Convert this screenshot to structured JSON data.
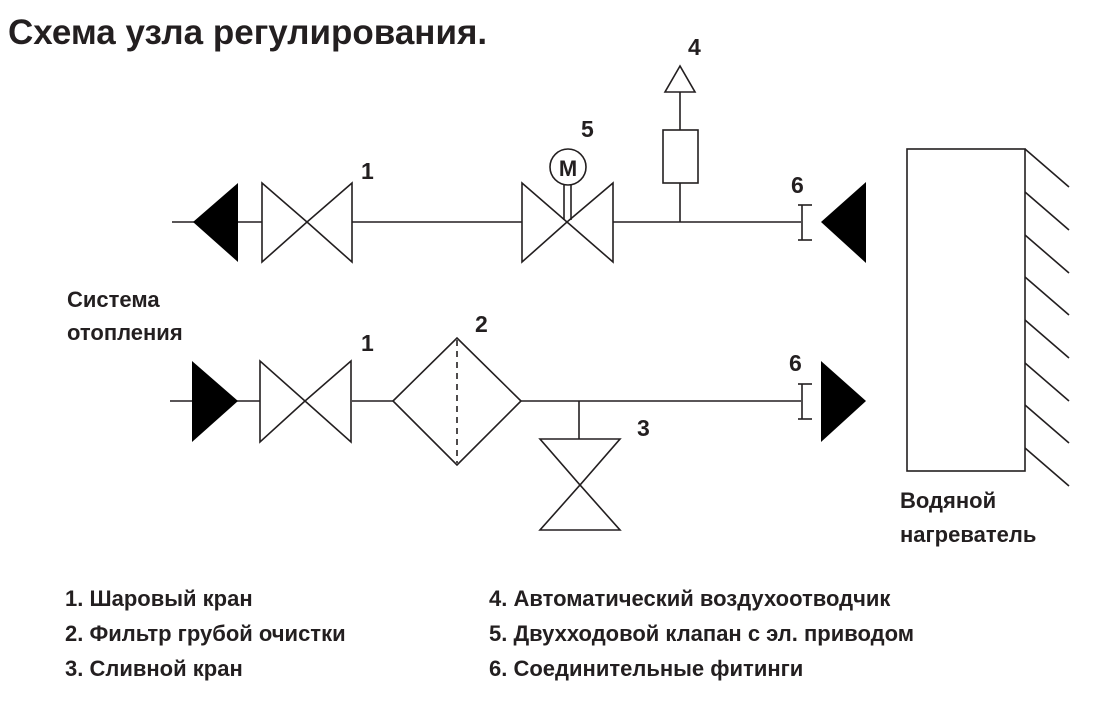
{
  "title": "Схема узла регулирования.",
  "labels": {
    "heating_system_line1": "Система",
    "heating_system_line2": "отопления",
    "water_heater_line1": "Водяной",
    "water_heater_line2": "нагреватель",
    "motor": "M"
  },
  "callouts": {
    "ball_valve_top": "1",
    "ball_valve_bottom": "1",
    "filter": "2",
    "drain_valve": "3",
    "air_vent": "4",
    "motorized_valve": "5",
    "fitting_top": "6",
    "fitting_bottom": "6"
  },
  "legend": [
    {
      "number": "1.",
      "text": "Шаровый кран"
    },
    {
      "number": "2.",
      "text": "Фильтр грубой очистки"
    },
    {
      "number": "3.",
      "text": "Сливной кран"
    },
    {
      "number": "4.",
      "text": "Автоматический воздухоотводчик"
    },
    {
      "number": "5.",
      "text": "Двухходовой клапан с эл. приводом"
    },
    {
      "number": "6.",
      "text": "Соединительные фитинги"
    }
  ],
  "colors": {
    "ink": "#231f20",
    "fill": "#000000",
    "background": "#ffffff"
  }
}
